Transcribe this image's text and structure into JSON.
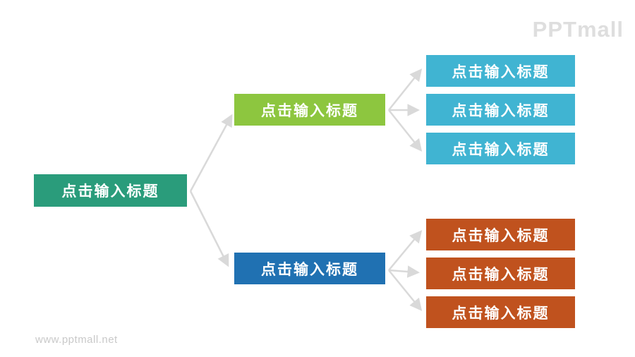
{
  "slide": {
    "logo_text": "PPTmall",
    "watermark_text": "www.pptmall.net"
  },
  "colors": {
    "root_box": "#2A9C7B",
    "branch_top_box": "#8DC63F",
    "branch_bottom_box": "#2071B2",
    "leaf_top_box": "#40B4D2",
    "leaf_bottom_box": "#C0521E",
    "arrow": "#D9D9D9",
    "box_text": "#FFFFFF",
    "logo_text": "#DEDEDE",
    "watermark_text": "#C9C9C9"
  },
  "diagram": {
    "root": {
      "label": "点击输入标题"
    },
    "branches": [
      {
        "label": "点击输入标题"
      },
      {
        "label": "点击输入标题"
      }
    ],
    "top_leaves": [
      {
        "label": "点击输入标题"
      },
      {
        "label": "点击输入标题"
      },
      {
        "label": "点击输入标题"
      }
    ],
    "bottom_leaves": [
      {
        "label": "点击输入标题"
      },
      {
        "label": "点击输入标题"
      },
      {
        "label": "点击输入标题"
      }
    ]
  }
}
